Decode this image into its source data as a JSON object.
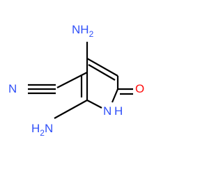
{
  "molecule": {
    "atoms": {
      "amine_top": "NH",
      "amine_top_sub": "2",
      "amine_bottom_h": "H",
      "amine_bottom_sub": "2",
      "amine_bottom_n": "N",
      "nitrile_n": "N",
      "ring_nh": "N",
      "ring_nh_h": "H",
      "carbonyl_o": "O"
    },
    "colors": {
      "nitrogen": "#3050F8",
      "oxygen": "#FF0D0D",
      "bond": "#000000"
    }
  }
}
